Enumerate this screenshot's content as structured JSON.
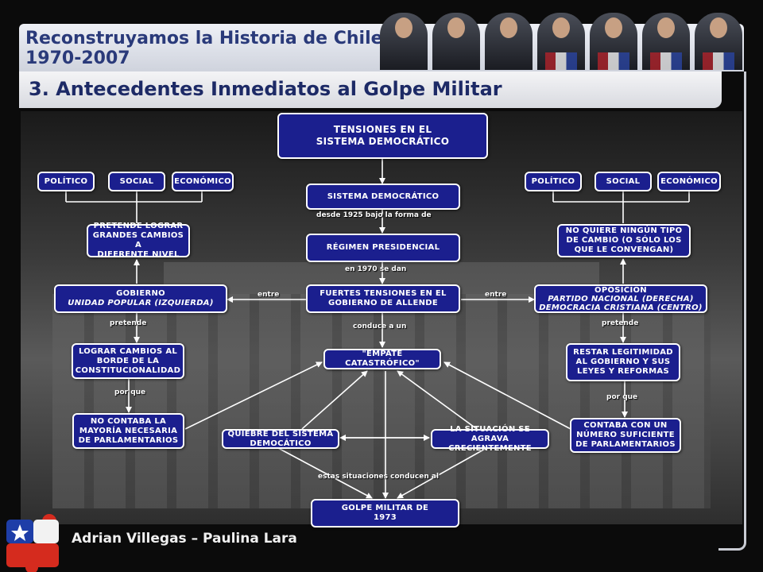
{
  "header": {
    "title_line1": "Reconstruyamos la Historia de Chile",
    "title_line2": "1970-2007"
  },
  "subtitle": "3. Antecedentes Inmediatos al Golpe Militar",
  "nodes": {
    "tensiones": "TENSIONES EN EL\nSISTEMA DEMOCRÁTICO",
    "sistema": "SISTEMA DEMOCRÁTICO",
    "regimen": "RÉGIMEN PRESIDENCIAL",
    "fuertes": "FUERTES TENSIONES EN EL\nGOBIERNO DE ALLENDE",
    "empate": "\"EMPATE CATASTRÓFICO\"",
    "quiebre": "QUIEBRE DEL SISTEMA\nDEMOCÁTICO",
    "agrava": "LA SITUACIÓN SE AGRAVA\nCRECIENTEMENTE",
    "golpe": "GOLPE MILITAR DE\n1973",
    "left_politico": "POLÍTICO",
    "left_social": "SOCIAL",
    "left_economico": "ECONÓMICO",
    "pretende_lograr": "PRETENDE LOGRAR\nGRANDES CAMBIOS A\nDIFERENTE NIVEL",
    "gobierno_line1": "GOBIERNO",
    "gobierno_line2": "UNIDAD POPULAR (IZQUIERDA)",
    "lograr_cambios": "LOGRAR CAMBIOS AL\nBORDE DE LA\nCONSTITUCIONALIDAD",
    "no_contaba": "NO CONTABA LA\nMAYORÍA NECESARIA\nDE PARLAMENTARIOS",
    "right_politico": "POLÍTICO",
    "right_social": "SOCIAL",
    "right_economico": "ECONÓMICO",
    "no_quiere": "NO QUIERE NINGÚN TIPO\nDE CAMBIO (O SÓLO LOS\nQUE LE CONVENGAN)",
    "oposicion_line1": "OPOSICIÓN",
    "oposicion_line2": "PARTIDO NACIONAL (DERECHA)",
    "oposicion_line3": "DEMOCRACIA CRISTIANA (CENTRO)",
    "restar": "RESTAR LEGITIMIDAD\nAL GOBIERNO Y SUS\nLEYES Y REFORMAS",
    "contaba": "CONTABA CON UN\nNÚMERO SUFICIENTE\nDE PARLAMENTARIOS"
  },
  "links": {
    "desde": "desde 1925 bajo la forma de",
    "en1970": "en 1970 se dan",
    "entre_left": "entre",
    "entre_right": "entre",
    "conduce": "conduce  a un",
    "pretende_left": "pretende",
    "pretende_right": "pretende",
    "porque_left": "por que",
    "porque_right": "por que",
    "estas": "estas situaciones conducen al"
  },
  "footer": "Adrian Villegas – Paulina Lara",
  "colors": {
    "box_fill": "#1b1f8e",
    "box_border": "#ffffff",
    "title_blue": "#2a3a7a",
    "flag_red": "#d52b1e",
    "flag_blue": "#1e3ea8"
  }
}
